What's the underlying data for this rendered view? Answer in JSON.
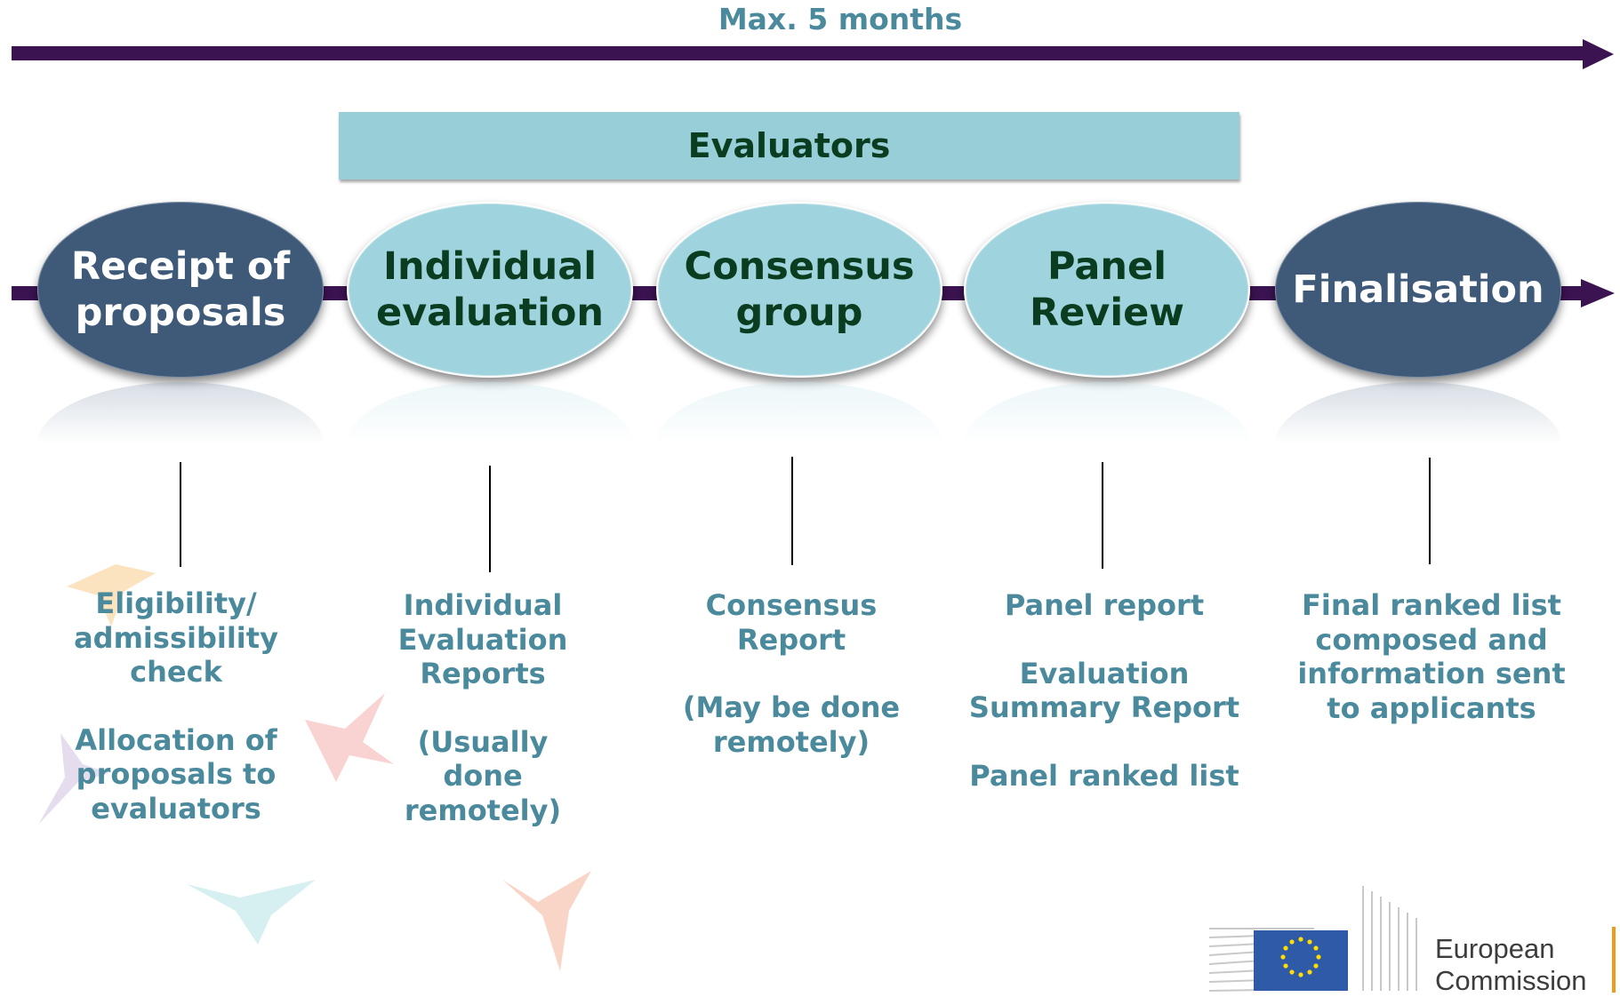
{
  "timeline": {
    "label": "Max. 5 months",
    "color": "#3a1350"
  },
  "banner": {
    "label": "Evaluators",
    "color": "#97ced8"
  },
  "stages": [
    {
      "label": "Receipt of\nproposals",
      "style": "dark"
    },
    {
      "label": "Individual\nevaluation",
      "style": "light"
    },
    {
      "label": "Consensus\ngroup",
      "style": "light"
    },
    {
      "label": "Panel Review",
      "style": "light"
    },
    {
      "label": "Finalisation",
      "style": "dark"
    }
  ],
  "descriptions": [
    [
      "Eligibility/\nadmissibility\ncheck",
      "Allocation of\nproposals to\nevaluators"
    ],
    [
      "Individual\nEvaluation\nReports",
      "(Usually\ndone\nremotely)"
    ],
    [
      "Consensus\nReport",
      "(May be done\nremotely)"
    ],
    [
      "Panel report",
      "Evaluation\nSummary Report",
      "Panel ranked list"
    ],
    [
      "Final ranked list\ncomposed and\ninformation sent\nto applicants"
    ]
  ],
  "logo": {
    "line1": "European",
    "line2": "Commission",
    "flag_color": "#2e5aa8",
    "star_color": "#ffdd00"
  }
}
